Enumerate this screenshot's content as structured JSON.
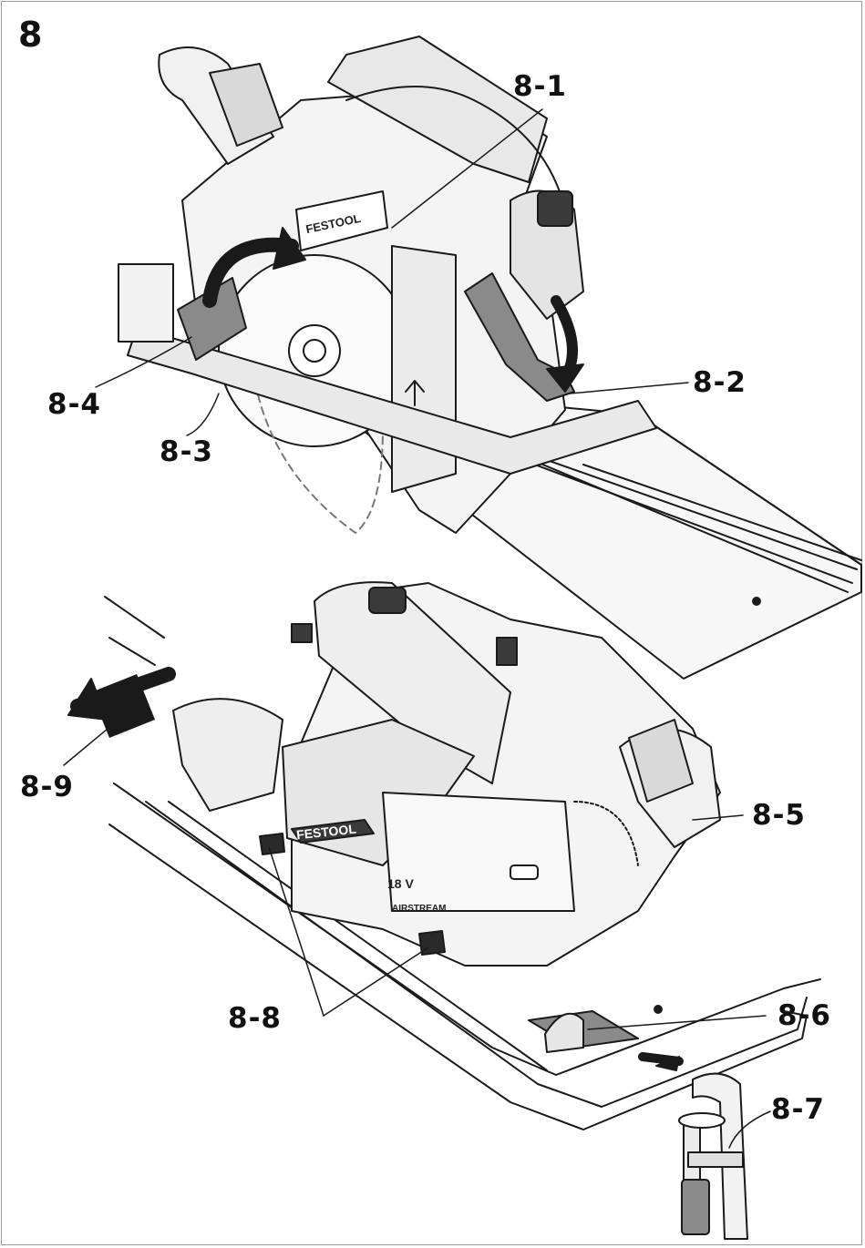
{
  "figure_number": "8",
  "labels": {
    "l8_1": "8-1",
    "l8_2": "8-2",
    "l8_3": "8-3",
    "l8_4": "8-4",
    "l8_5": "8-5",
    "l8_6": "8-6",
    "l8_7": "8-7",
    "l8_8": "8-8",
    "l8_9": "8-9"
  },
  "printed_text": {
    "brand": "FESTOOL",
    "voltage": "18 V",
    "airstream": "AIRSTREAM"
  },
  "colors": {
    "line": "#1a1a1a",
    "lever": "#8a8a8a",
    "tool_body": "#f2f2f2",
    "shade": "#cfcfcf"
  }
}
